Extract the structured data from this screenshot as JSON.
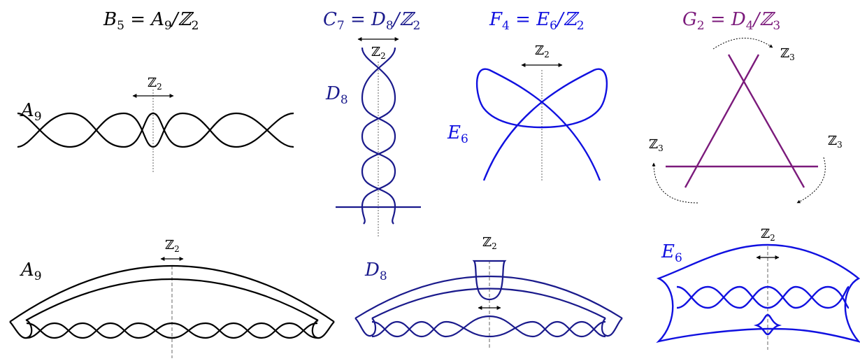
{
  "colors": {
    "black": "#000000",
    "navy": "#1a1a8c",
    "blue": "#1010e0",
    "purple": "#7b1a7b",
    "axis": "#666666"
  },
  "titles": {
    "b5": {
      "main": "B",
      "sub1": "5",
      "eq": " = A",
      "sub2": "9",
      "mod": "/ℤ",
      "sub3": "2"
    },
    "c7": {
      "main": "C",
      "sub1": "7",
      "eq": " = D",
      "sub2": "8",
      "mod": "/ℤ",
      "sub3": "2"
    },
    "f4": {
      "main": "F",
      "sub1": "4",
      "eq": " = E",
      "sub2": "6",
      "mod": "/ℤ",
      "sub3": "2"
    },
    "g2": {
      "main": "G",
      "sub1": "2",
      "eq": " = D",
      "sub2": "4",
      "mod": "/ℤ",
      "sub3": "3"
    }
  },
  "labels": {
    "a9_top": {
      "letter": "A",
      "sub": "9"
    },
    "d8_top": {
      "letter": "D",
      "sub": "8"
    },
    "e6_top": {
      "letter": "E",
      "sub": "6"
    },
    "a9_bottom": {
      "letter": "A",
      "sub": "9"
    },
    "d8_bottom": {
      "letter": "D",
      "sub": "8"
    },
    "e6_bottom": {
      "letter": "E",
      "sub": "6"
    }
  },
  "symmetry": {
    "z2": {
      "letter": "ℤ",
      "sub": "2"
    },
    "z3": {
      "letter": "ℤ",
      "sub": "3"
    }
  }
}
